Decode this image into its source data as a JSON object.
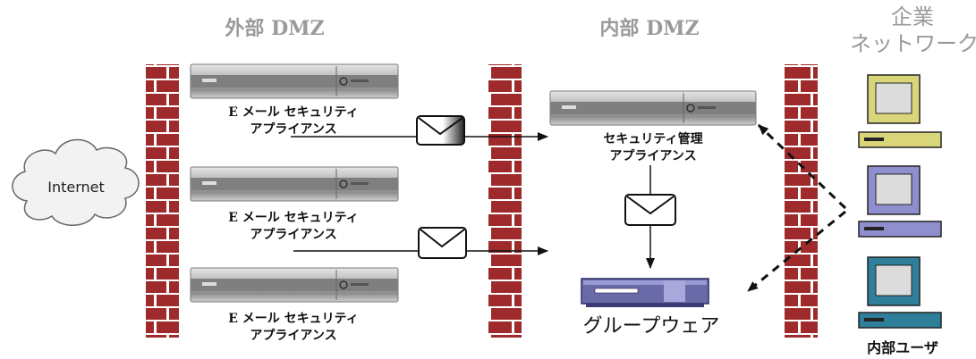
{
  "zones": {
    "external_dmz": "外部 DMZ",
    "internal_dmz": "内部 DMZ",
    "corporate_line1": "企業",
    "corporate_line2": "ネットワーク"
  },
  "internet_label": "Internet",
  "email_appliances": [
    {
      "line1": "E メール セキュリティ",
      "line2": "アプライアンス"
    },
    {
      "line1": "E メール セキュリティ",
      "line2": "アプライアンス"
    },
    {
      "line1": "E メール セキュリティ",
      "line2": "アプライアンス"
    }
  ],
  "management_appliance": {
    "line1": "セキュリティ管理",
    "line2": "アプライアンス"
  },
  "groupware_label": "グループウェア",
  "users_label": "内部ユーザ",
  "colors": {
    "firewall_brick": "#9e2a2b",
    "zone_header": "#9a9a9a",
    "groupware_server": "#6a6aa8",
    "pc_yellow": "#d9d67a",
    "pc_purple": "#8f8fd0",
    "pc_teal": "#2f7f9a"
  }
}
